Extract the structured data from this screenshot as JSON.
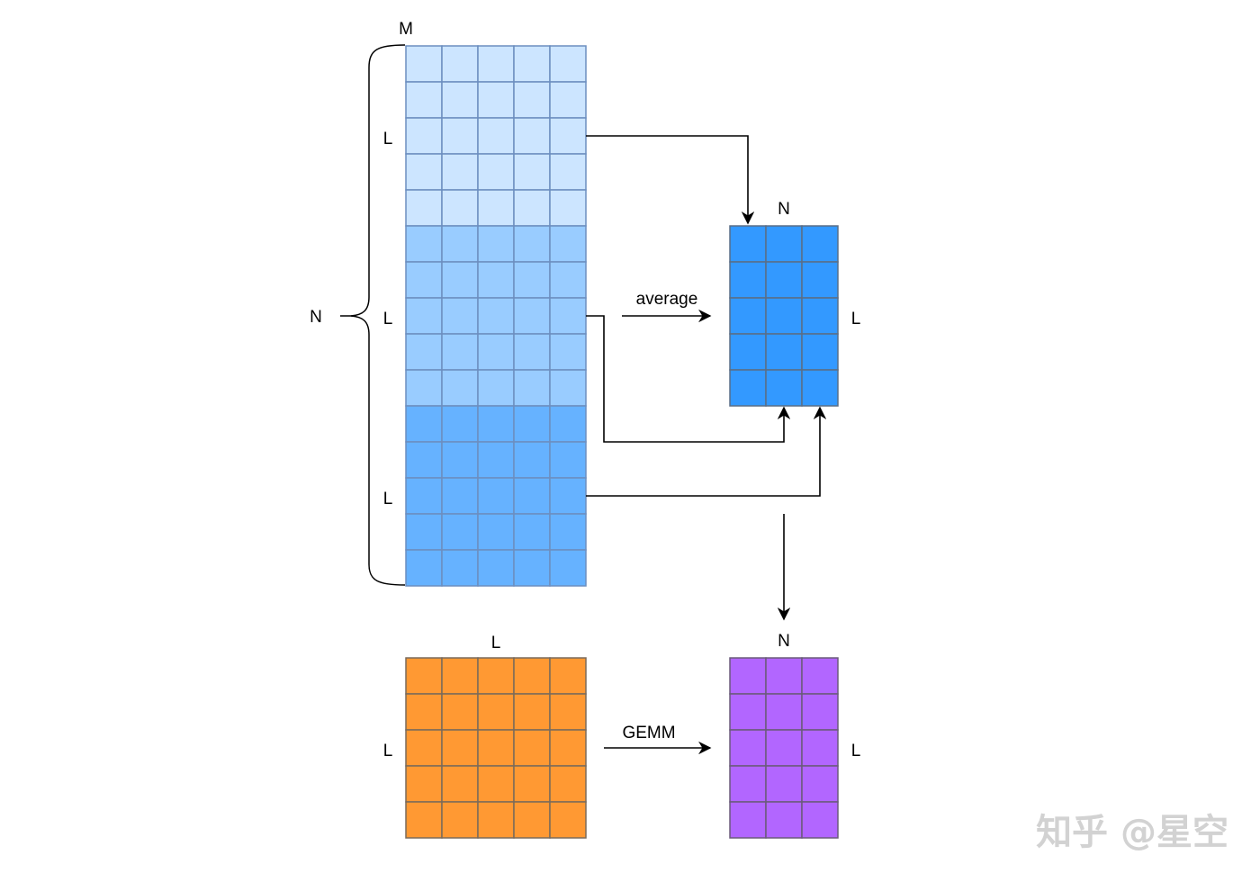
{
  "labels": {
    "input_matrix_top": "M",
    "input_brace": "N",
    "group_1": "L",
    "group_2": "L",
    "group_3": "L",
    "avg_matrix_top": "N",
    "avg_matrix_right": "L",
    "weight_matrix_top": "L",
    "weight_matrix_left": "L",
    "output_matrix_top": "N",
    "output_matrix_right": "L"
  },
  "operations": {
    "average": "average",
    "gemm": "GEMM"
  },
  "watermark": "知乎 @星空",
  "colors": {
    "group_1_fill": "#cce5ff",
    "group_2_fill": "#99ccff",
    "group_3_fill": "#66b2ff",
    "avg_fill": "#3399ff",
    "weight_fill": "#ff9933",
    "output_fill": "#b266ff",
    "grid_stroke": "#6c8ebf",
    "grid_stroke_dark": "#5a6e86",
    "weight_stroke": "#7a6a5a",
    "output_stroke": "#6a5a7a",
    "line": "#000000"
  },
  "matrices": {
    "input": {
      "rows": 15,
      "cols": 5,
      "group_rows": 5
    },
    "average": {
      "rows": 5,
      "cols": 3
    },
    "weight": {
      "rows": 5,
      "cols": 5
    },
    "output": {
      "rows": 5,
      "cols": 3
    }
  }
}
